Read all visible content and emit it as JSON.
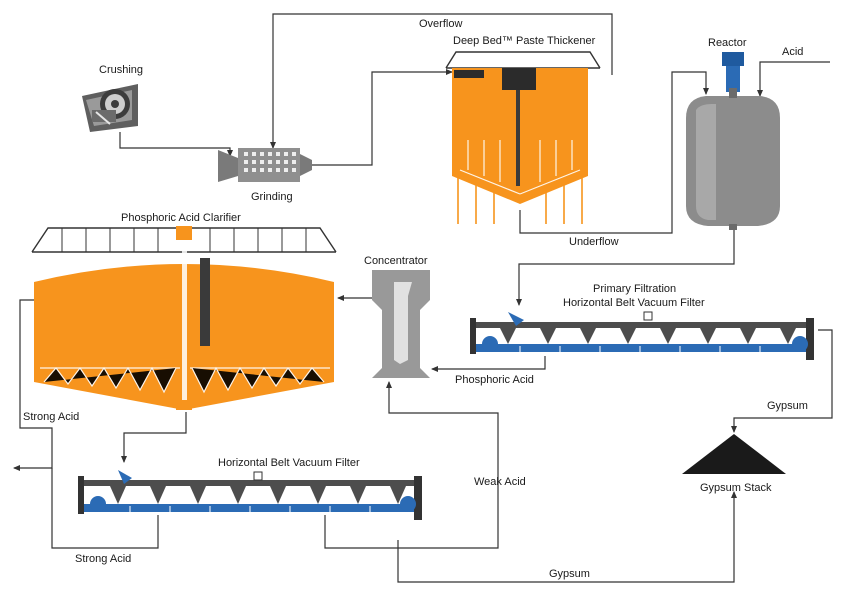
{
  "labels": {
    "overflow": "Overflow",
    "thickener": "Deep Bed™ Paste Thickener",
    "reactor": "Reactor",
    "acid": "Acid",
    "crushing": "Crushing",
    "grinding": "Grinding",
    "underflow": "Underflow",
    "clarifier": "Phosphoric Acid Clarifier",
    "concentrator": "Concentrator",
    "primary_filtration_1": "Primary Filtration",
    "primary_filtration_2": "Horizontal Belt Vacuum Filter",
    "phosphoric_acid": "Phosphoric Acid",
    "gypsum_right": "Gypsum",
    "strong_acid_left": "Strong Acid",
    "hbvf2": "Horizontal Belt Vacuum Filter",
    "weak_acid": "Weak Acid",
    "gypsum_stack": "Gypsum Stack",
    "strong_acid_bottom": "Strong Acid",
    "gypsum_bottom": "Gypsum"
  },
  "colors": {
    "thickener": "#f7941d",
    "clarifier": "#f7941d",
    "filter_belt": "#2b6bb5",
    "reactor": "#8c8c8c",
    "gypsum_stack": "#1a1a1a",
    "motor": "#2b6bb5"
  }
}
